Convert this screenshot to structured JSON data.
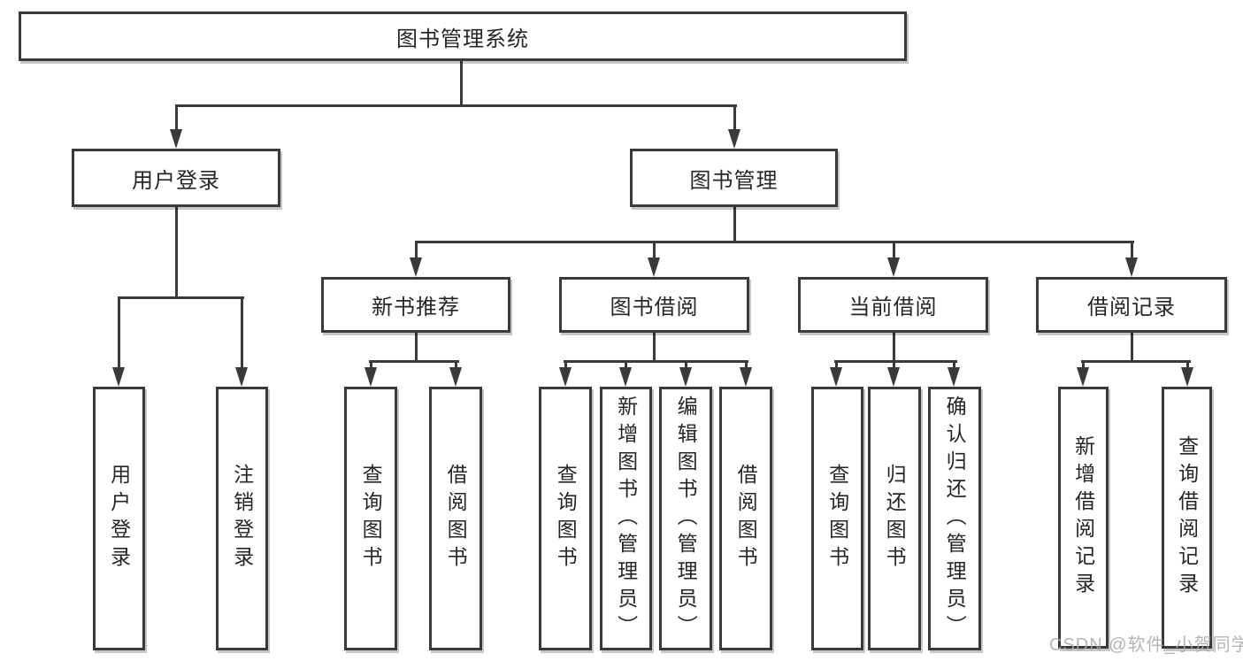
{
  "diagram_title": "图书管理系统",
  "nodes": {
    "root": {
      "label": "图书管理系统"
    },
    "user_login": {
      "label": "用户登录"
    },
    "book_management": {
      "label": "图书管理"
    },
    "new_book_recommend": {
      "label": "新书推荐"
    },
    "book_borrowing": {
      "label": "图书借阅"
    },
    "current_borrowing": {
      "label": "当前借阅"
    },
    "borrowing_records": {
      "label": "借阅记录"
    },
    "leaves": {
      "user_login": {
        "label": "用户登录"
      },
      "logout": {
        "label": "注销登录"
      },
      "recommend_query_books": {
        "label": "查询图书"
      },
      "recommend_borrow_books": {
        "label": "借阅图书"
      },
      "borrowing_query_books": {
        "label": "查询图书"
      },
      "borrowing_add_books": {
        "label": "新增图书（管理员）"
      },
      "borrowing_edit_books": {
        "label": "编辑图书（管理员）"
      },
      "borrowing_borrow_books": {
        "label": "借阅图书"
      },
      "current_query_books": {
        "label": "查询图书"
      },
      "current_return_books": {
        "label": "归还图书"
      },
      "current_confirm_return": {
        "label": "确认归还（管理员）"
      },
      "records_add_record": {
        "label": "新增借阅记录"
      },
      "records_query_record": {
        "label": "查询借阅记录"
      }
    }
  },
  "edges": [
    [
      "root",
      "user_login"
    ],
    [
      "root",
      "book_management"
    ],
    [
      "user_login",
      "leaves.user_login"
    ],
    [
      "user_login",
      "leaves.logout"
    ],
    [
      "book_management",
      "new_book_recommend"
    ],
    [
      "book_management",
      "book_borrowing"
    ],
    [
      "book_management",
      "current_borrowing"
    ],
    [
      "book_management",
      "borrowing_records"
    ],
    [
      "new_book_recommend",
      "leaves.recommend_query_books"
    ],
    [
      "new_book_recommend",
      "leaves.recommend_borrow_books"
    ],
    [
      "book_borrowing",
      "leaves.borrowing_query_books"
    ],
    [
      "book_borrowing",
      "leaves.borrowing_add_books"
    ],
    [
      "book_borrowing",
      "leaves.borrowing_edit_books"
    ],
    [
      "book_borrowing",
      "leaves.borrowing_borrow_books"
    ],
    [
      "current_borrowing",
      "leaves.current_query_books"
    ],
    [
      "current_borrowing",
      "leaves.current_return_books"
    ],
    [
      "current_borrowing",
      "leaves.current_confirm_return"
    ],
    [
      "borrowing_records",
      "leaves.records_add_record"
    ],
    [
      "borrowing_records",
      "leaves.records_query_record"
    ]
  ],
  "watermark": {
    "text": "CSDN @软件_小贺同学"
  },
  "colors": {
    "line": "#3a3a3a",
    "text": "#262626",
    "background": "#ffffff",
    "watermark": "#a8a8a8"
  }
}
